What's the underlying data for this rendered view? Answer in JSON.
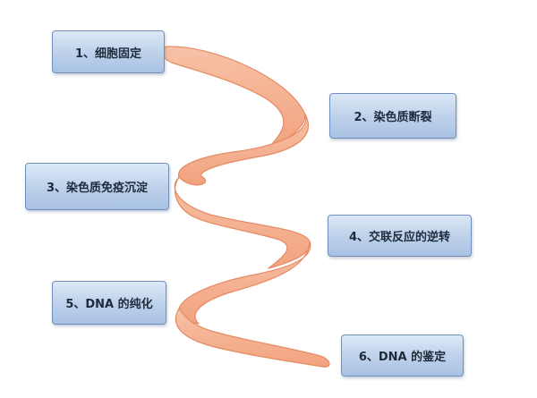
{
  "steps": [
    {
      "label": "1、细胞固定"
    },
    {
      "label": "2、染色质断裂"
    },
    {
      "label": "3、染色质免疫沉淀"
    },
    {
      "label": "4、交联反应的逆转"
    },
    {
      "label": "5、DNA 的纯化"
    },
    {
      "label": "6、DNA 的鉴定"
    }
  ],
  "colors": {
    "ribbon_light": "#f7c2a7",
    "ribbon_dark": "#f2a27e",
    "ribbon_edge": "#e58a62",
    "box_fill_top": "#dce8f6",
    "box_fill_bottom": "#a9c2e3",
    "box_border": "#6f90bd",
    "text": "#1f2a3a"
  }
}
